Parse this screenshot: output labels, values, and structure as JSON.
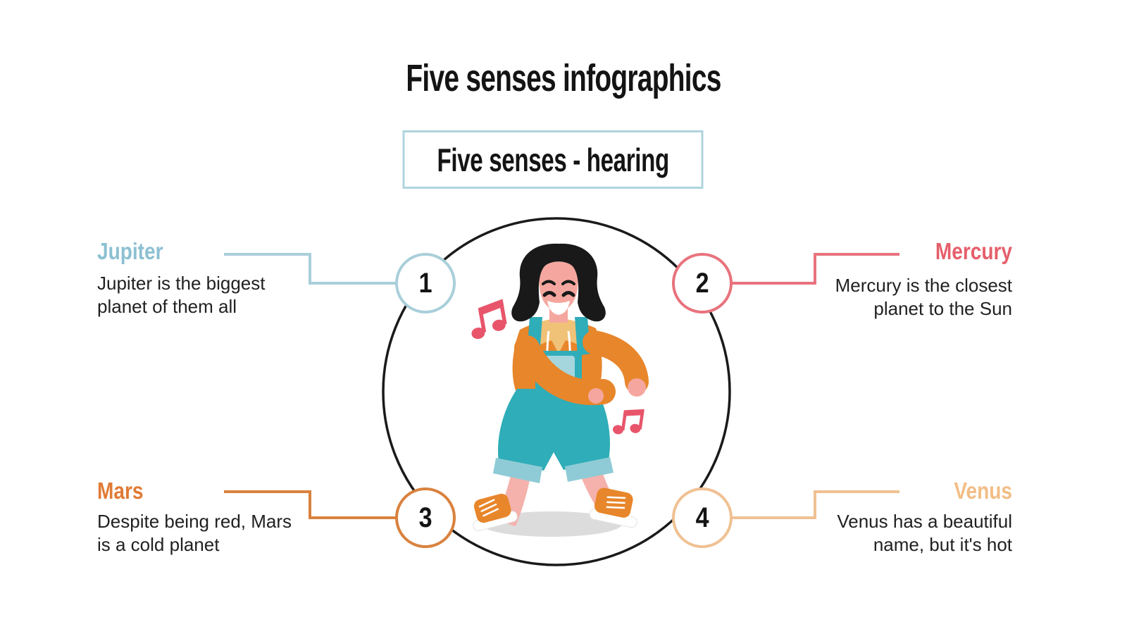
{
  "page": {
    "title": "Five senses infographics",
    "background": "#ffffff",
    "text_color": "#212121"
  },
  "subtitle": {
    "label": "Five senses - hearing",
    "border_color": "#afd4de"
  },
  "diagram": {
    "circle_color": "#1a1a1a"
  },
  "sections": [
    {
      "number": "1",
      "planet": "Jupiter",
      "description": "Jupiter is the biggest\nplanet of them all",
      "color": "#a9cfda",
      "title_color": "#8cc0d2",
      "position": "top-left"
    },
    {
      "number": "2",
      "planet": "Mercury",
      "description": "Mercury is the closest\nplanet to the Sun",
      "color": "#e8737d",
      "title_color": "#e55f6b",
      "position": "top-right"
    },
    {
      "number": "3",
      "planet": "Mars",
      "description": "Despite being red, Mars\nis a cold planet",
      "color": "#d9823e",
      "title_color": "#e07b35",
      "position": "bottom-left"
    },
    {
      "number": "4",
      "planet": "Venus",
      "description": "Venus has a beautiful\nname, but it's hot",
      "color": "#f0c193",
      "title_color": "#f2bd85",
      "position": "bottom-right"
    }
  ],
  "illustration": {
    "alt": "Girl dancing while listening to music",
    "hair": "#191919",
    "skin": "#f5a79f",
    "skin_light": "#f5b1ab",
    "hoodie": "#e8862b",
    "hood": "#f0c277",
    "overalls": "#2fadb8",
    "overalls_light": "#8fcbd6",
    "pocket": "#a5d6de",
    "shoes": "#e8862b",
    "note_color": "#e8556b",
    "shadow": "#dcdcdc"
  }
}
